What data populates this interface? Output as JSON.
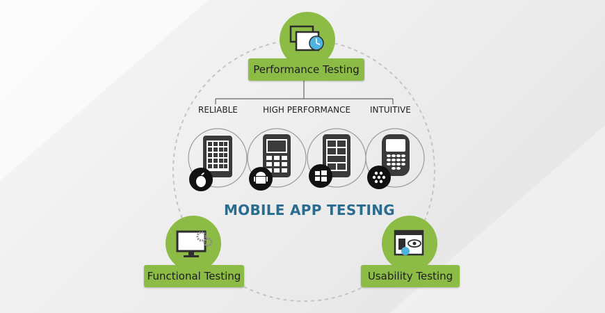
{
  "colors": {
    "green": "#8cbc45",
    "green_dark": "#6f9a33",
    "title_blue": "#2a6c8f",
    "icon_dark": "#3a3a3a",
    "clock_blue": "#4fb3e0"
  },
  "top_node": {
    "label": "Performance Testing",
    "icon": "windows-clock-icon"
  },
  "features": [
    "RELIABLE",
    "HIGH PERFORMANCE",
    "INTUITIVE"
  ],
  "devices": [
    {
      "device": "tablet-grid-icon",
      "platform": "apple-icon"
    },
    {
      "device": "phone-android-icon",
      "platform": "android-icon"
    },
    {
      "device": "phone-windows-icon",
      "platform": "windows-icon"
    },
    {
      "device": "phone-blackberry-icon",
      "platform": "blackberry-icon"
    }
  ],
  "center_title": "MOBILE APP TESTING",
  "left_node": {
    "label": "Functional Testing",
    "icon": "monitor-gears-icon"
  },
  "right_node": {
    "label": "Usability Testing",
    "icon": "browser-eye-icon"
  }
}
